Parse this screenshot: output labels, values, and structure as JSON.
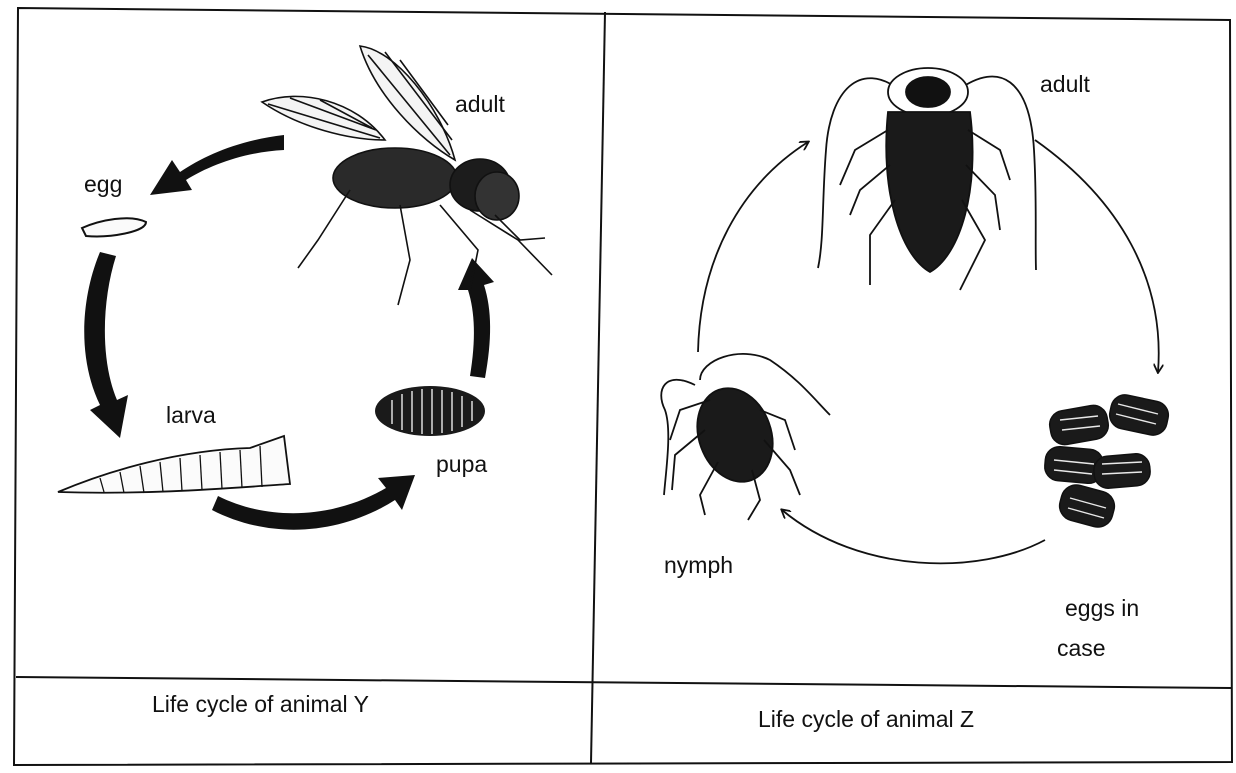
{
  "panels": [
    {
      "caption": "Life cycle of animal Y",
      "stages": [
        "adult",
        "egg",
        "larva",
        "pupa"
      ]
    },
    {
      "caption": "Life cycle of animal Z",
      "stages": [
        "adult",
        "eggs in",
        "case",
        "nymph"
      ]
    }
  ],
  "colors": {
    "ink": "#111111",
    "paper": "#ffffff"
  },
  "icons": [
    "fly-illustration",
    "egg-illustration",
    "larva-illustration",
    "pupa-illustration",
    "cockroach-illustration",
    "egg-case-illustration",
    "nymph-illustration"
  ]
}
